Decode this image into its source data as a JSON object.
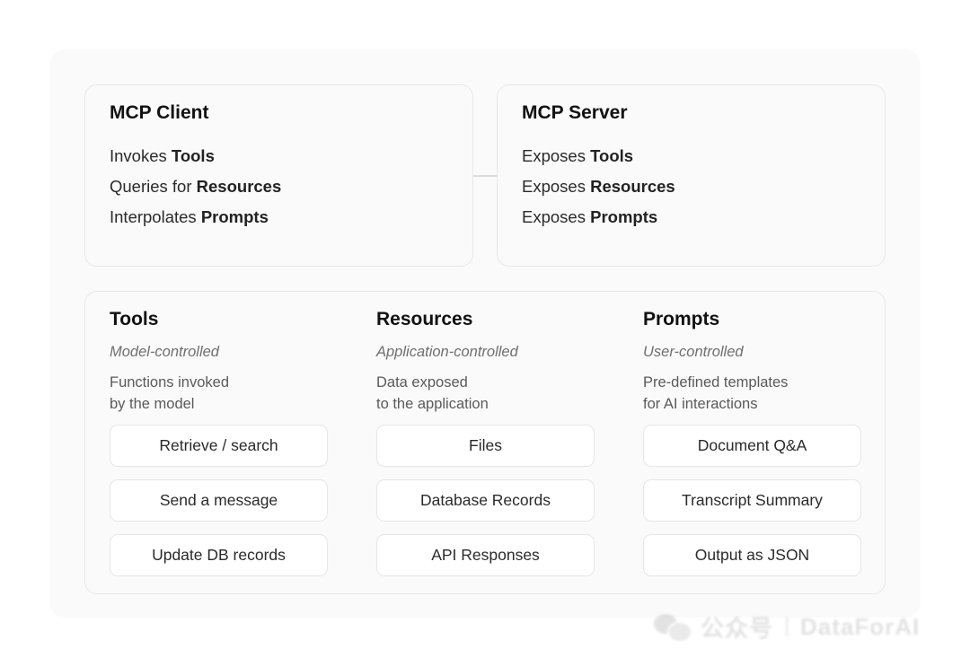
{
  "client": {
    "title": "MCP Client",
    "items": [
      {
        "prefix": "Invokes ",
        "strong": "Tools"
      },
      {
        "prefix": "Queries for ",
        "strong": "Resources"
      },
      {
        "prefix": "Interpolates ",
        "strong": "Prompts"
      }
    ]
  },
  "server": {
    "title": "MCP Server",
    "items": [
      {
        "prefix": "Exposes ",
        "strong": "Tools"
      },
      {
        "prefix": "Exposes ",
        "strong": "Resources"
      },
      {
        "prefix": "Exposes ",
        "strong": "Prompts"
      }
    ]
  },
  "primitives": [
    {
      "title": "Tools",
      "subtitle": "Model-controlled",
      "description": [
        "Functions invoked",
        "by the model"
      ],
      "examples": [
        "Retrieve / search",
        "Send a message",
        "Update DB records"
      ]
    },
    {
      "title": "Resources",
      "subtitle": "Application-controlled",
      "description": [
        "Data exposed",
        "to the application"
      ],
      "examples": [
        "Files",
        "Database Records",
        "API Responses"
      ]
    },
    {
      "title": "Prompts",
      "subtitle": "User-controlled",
      "description": [
        "Pre-defined templates",
        "for AI interactions"
      ],
      "examples": [
        "Document Q&A",
        "Transcript Summary",
        "Output as JSON"
      ]
    }
  ],
  "watermark": {
    "platform": "公众号",
    "account": "DataForAI",
    "icon": "wechat-icon"
  }
}
